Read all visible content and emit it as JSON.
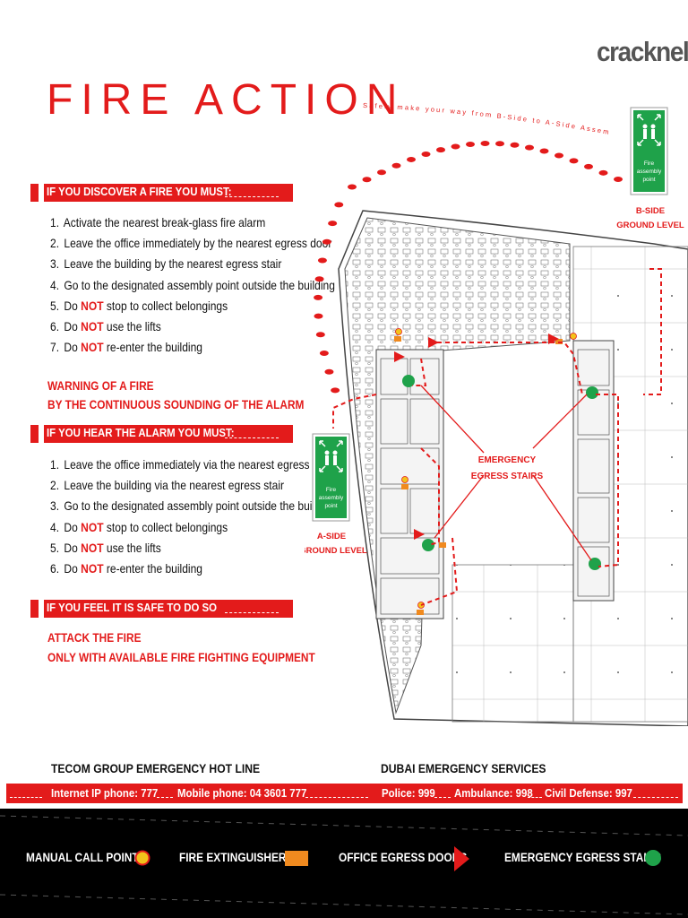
{
  "brand": {
    "logo": "cracknell"
  },
  "title": "FIRE ACTION",
  "section1": {
    "header": "IF YOU DISCOVER A FIRE YOU MUST:",
    "items": [
      {
        "n": "1.",
        "pre": "Activate the nearest break-glass fire alarm",
        "em": "",
        "post": ""
      },
      {
        "n": "2.",
        "pre": "Leave the office immediately by the nearest egress door",
        "em": "",
        "post": ""
      },
      {
        "n": "3.",
        "pre": "Leave the building by the nearest egress stair",
        "em": "",
        "post": ""
      },
      {
        "n": "4.",
        "pre": "Go to the designated assembly point outside the building",
        "em": "",
        "post": ""
      },
      {
        "n": "5.",
        "pre": "Do ",
        "em": "NOT",
        "post": " stop to collect belongings"
      },
      {
        "n": "6.",
        "pre": "Do ",
        "em": "NOT",
        "post": " use the lifts"
      },
      {
        "n": "7.",
        "pre": "Do ",
        "em": "NOT",
        "post": " re-enter the building"
      }
    ]
  },
  "warning": {
    "line1": "WARNING OF A FIRE",
    "line2": "BY THE CONTINUOUS SOUNDING OF THE ALARM"
  },
  "section2": {
    "header": "IF YOU HEAR THE ALARM YOU MUST:",
    "items": [
      {
        "n": "1.",
        "pre": "Leave the office immediately via the nearest egress door",
        "em": "",
        "post": ""
      },
      {
        "n": "2.",
        "pre": "Leave the building via the nearest egress stair",
        "em": "",
        "post": ""
      },
      {
        "n": "3.",
        "pre": "Go to the designated assembly point outside the building",
        "em": "",
        "post": ""
      },
      {
        "n": "4.",
        "pre": "Do ",
        "em": "NOT",
        "post": " stop to collect belongings"
      },
      {
        "n": "5.",
        "pre": "Do ",
        "em": "NOT",
        "post": " use the lifts"
      },
      {
        "n": "6.",
        "pre": "Do ",
        "em": "NOT",
        "post": " re-enter the building"
      }
    ]
  },
  "section3": {
    "header": "IF YOU FEEL IT IS SAFE TO DO SO",
    "line1": "ATTACK THE FIRE",
    "line2": "ONLY WITH AVAILABLE FIRE FIGHTING EQUIPMENT"
  },
  "map": {
    "route_text": "Safely make your way from B-Side to A-Side Assembly Area",
    "b_side_label_1": "B-SIDE",
    "b_side_label_2": "GROUND LEVEL",
    "a_side_label_1": "A-SIDE",
    "a_side_label_2": "GROUND LEVEL",
    "stairs_label_1": "EMERGENCY",
    "stairs_label_2": "EGRESS STAIRS",
    "sign_line1": "Fire",
    "sign_line2": "assembly",
    "sign_line3": "point"
  },
  "contacts": {
    "hotline_title": "TECOM GROUP EMERGENCY HOT LINE",
    "services_title": "DUBAI EMERGENCY SERVICES",
    "internet_ip": "Internet IP phone:  777",
    "mobile": "Mobile phone:  04 3601 777",
    "police": "Police:  999",
    "ambulance": "Ambulance: 998",
    "civil_defense": "Civil Defense: 997"
  },
  "legend": {
    "call_points": "MANUAL CALL POINTS",
    "extinguishers": "FIRE EXTINGUISHERS",
    "doors": "OFFICE EGRESS DOORS",
    "stairs": "EMERGENCY EGRESS STAIRS"
  },
  "colors": {
    "accent_red": "#e31b1b",
    "sign_green": "#1fa24a",
    "extinguisher_orange": "#f08a1f",
    "call_point_yellow": "#f3c21b",
    "legend_bg": "#000000"
  }
}
